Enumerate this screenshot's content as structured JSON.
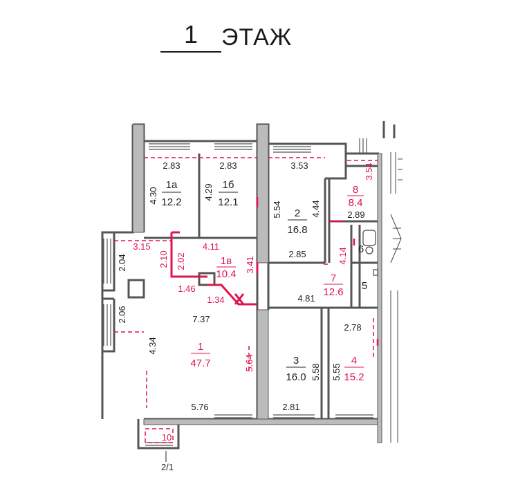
{
  "title": {
    "floor_number": "1",
    "floor_word": "ЭТАЖ"
  },
  "colors": {
    "wall": "#555555",
    "accent": "#e0144c",
    "text": "#222222"
  },
  "rooms": [
    {
      "id": "r1a",
      "number": "1а",
      "area": "12.2",
      "color": "black"
    },
    {
      "id": "r1b",
      "number": "1б",
      "area": "12.1",
      "color": "black"
    },
    {
      "id": "r1v",
      "number": "1в",
      "area": "10.4",
      "color": "red"
    },
    {
      "id": "r1",
      "number": "1",
      "area": "47.7",
      "color": "red"
    },
    {
      "id": "r2",
      "number": "2",
      "area": "16.8",
      "color": "black"
    },
    {
      "id": "r3",
      "number": "3",
      "area": "16.0",
      "color": "black"
    },
    {
      "id": "r4",
      "number": "4",
      "area": "15.2",
      "color": "red"
    },
    {
      "id": "r7",
      "number": "7",
      "area": "12.6",
      "color": "red"
    },
    {
      "id": "r8",
      "number": "8",
      "area": "8.4",
      "color": "red"
    },
    {
      "id": "r5",
      "number": "5",
      "area": "",
      "color": "black"
    },
    {
      "id": "r6",
      "number": "6",
      "area": "",
      "color": "black"
    },
    {
      "id": "r10",
      "number": "10",
      "area": "",
      "color": "red"
    }
  ],
  "dimensions": {
    "d_283a": "2.83",
    "d_283b": "2.83",
    "d_353": "3.53",
    "d_354": "3.54",
    "d_430": "4.30",
    "d_429": "4.29",
    "d_554": "5.54",
    "d_444": "4.44",
    "d_289": "2.89",
    "d_315": "3.15",
    "d_411": "4.11",
    "d_210": "2.10",
    "d_202": "2.02",
    "d_204": "2.04",
    "d_341": "3.41",
    "d_285": "2.85",
    "d_414": "4.14",
    "d_146": "1.46",
    "d_134": "1.34",
    "d_481": "4.81",
    "d_206": "2.06",
    "d_737": "7.37",
    "d_278": "2.78",
    "d_434": "4.34",
    "d_564": "5.64",
    "d_558": "5.58",
    "d_555": "5.55",
    "d_576": "5.76",
    "d_281": "2.81"
  },
  "footer": {
    "fraction": "2/1"
  }
}
